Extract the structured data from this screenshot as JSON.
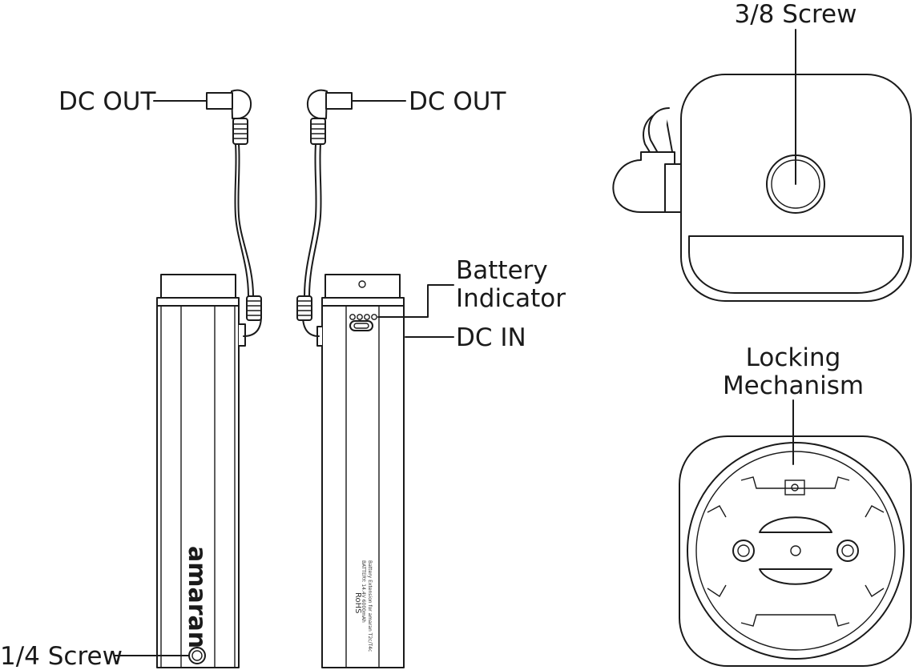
{
  "labels": {
    "dc_out_left": "DC OUT",
    "dc_out_right": "DC OUT",
    "battery_indicator_line1": "Battery",
    "battery_indicator_line2": "Indicator",
    "dc_in": "DC IN",
    "screw_14": "1/4 Screw",
    "screw_38": "3/8 Screw",
    "locking_line1": "Locking",
    "locking_line2": "Mechanism"
  },
  "product": {
    "brand": "amaran",
    "back_text": [
      "Battery Extension for amaran T2c/T4c",
      "BATTERY: 14.4V 6000mAh",
      "RoHS"
    ]
  },
  "colors": {
    "ink": "#1a1a1a",
    "background": "#ffffff"
  }
}
